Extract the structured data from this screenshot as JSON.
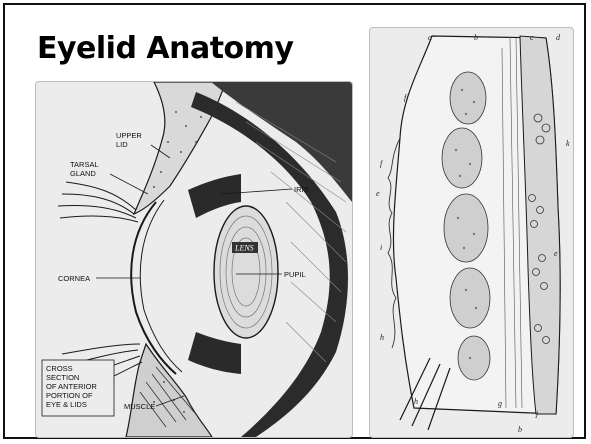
{
  "title": "Eyelid Anatomy",
  "left_figure": {
    "labels": {
      "upper_lid": [
        "UPPER",
        "LID"
      ],
      "tarsal_gland": [
        "TARSAL",
        "GLAND"
      ],
      "iris": "IRIS",
      "lens": "LENS",
      "cornea": "CORNEA",
      "pupil": "PUPIL",
      "muscle": "MUSCLE"
    },
    "caption": [
      "CROSS",
      "SECTION",
      "OF ANTERIOR",
      "PORTION OF",
      "EYE & LIDS"
    ]
  },
  "right_figure": {
    "keys": {
      "a": "a",
      "b_top": "b",
      "c": "c",
      "d": "d",
      "f_top": "f",
      "f_mid": "f",
      "e_left": "e",
      "e_right": "e",
      "i": "i",
      "k": "k",
      "h_left": "h",
      "h_bottom": "h",
      "g": "g",
      "b_bottom": "b",
      "j": "j"
    }
  },
  "colors": {
    "frame": "#111111",
    "panel_bg": "#ececec",
    "ink": "#1a1a1a"
  }
}
